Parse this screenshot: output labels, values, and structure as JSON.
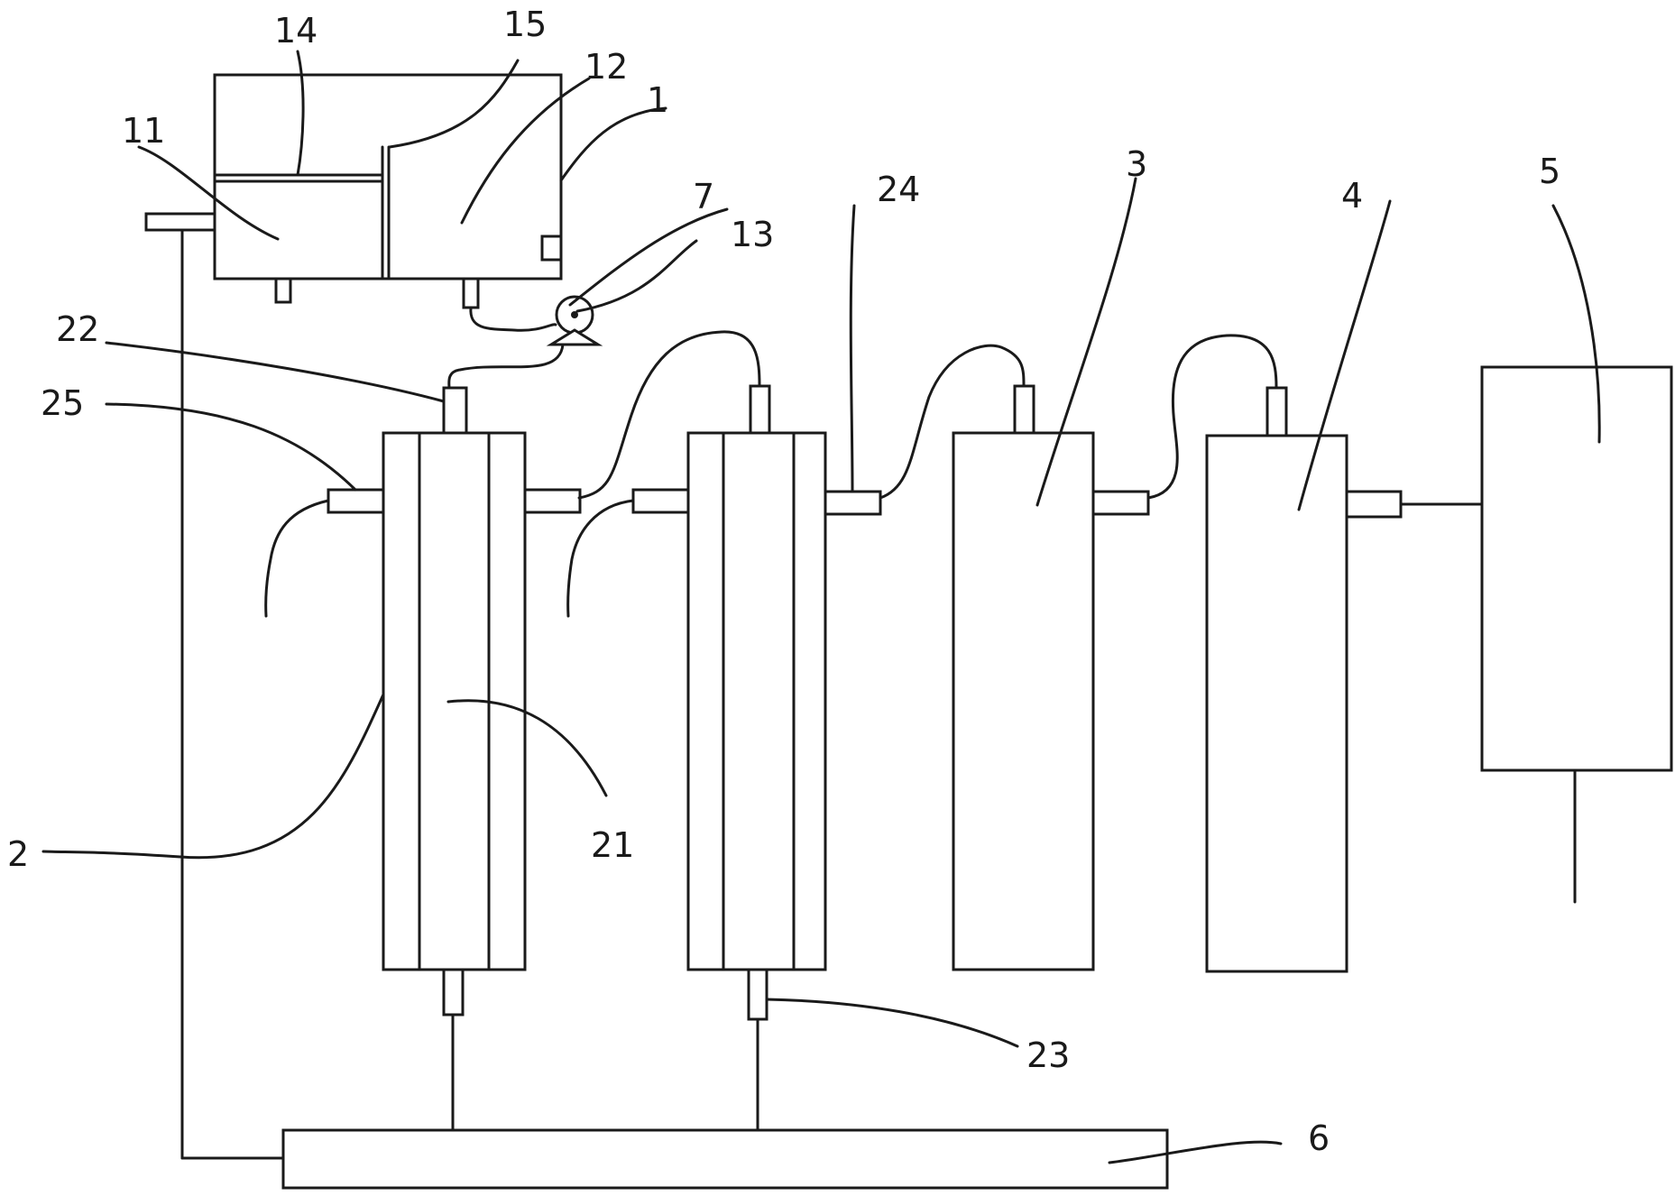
{
  "diagram": {
    "labels": {
      "l1": "1",
      "l2": "2",
      "l3": "3",
      "l4": "4",
      "l5": "5",
      "l6": "6",
      "l7": "7",
      "l11": "11",
      "l12": "12",
      "l13": "13",
      "l14": "14",
      "l15": "15",
      "l21": "21",
      "l22": "22",
      "l23": "23",
      "l24": "24",
      "l25": "25"
    },
    "colors": {
      "stroke": "#1a1a1a",
      "background": "#ffffff"
    }
  }
}
